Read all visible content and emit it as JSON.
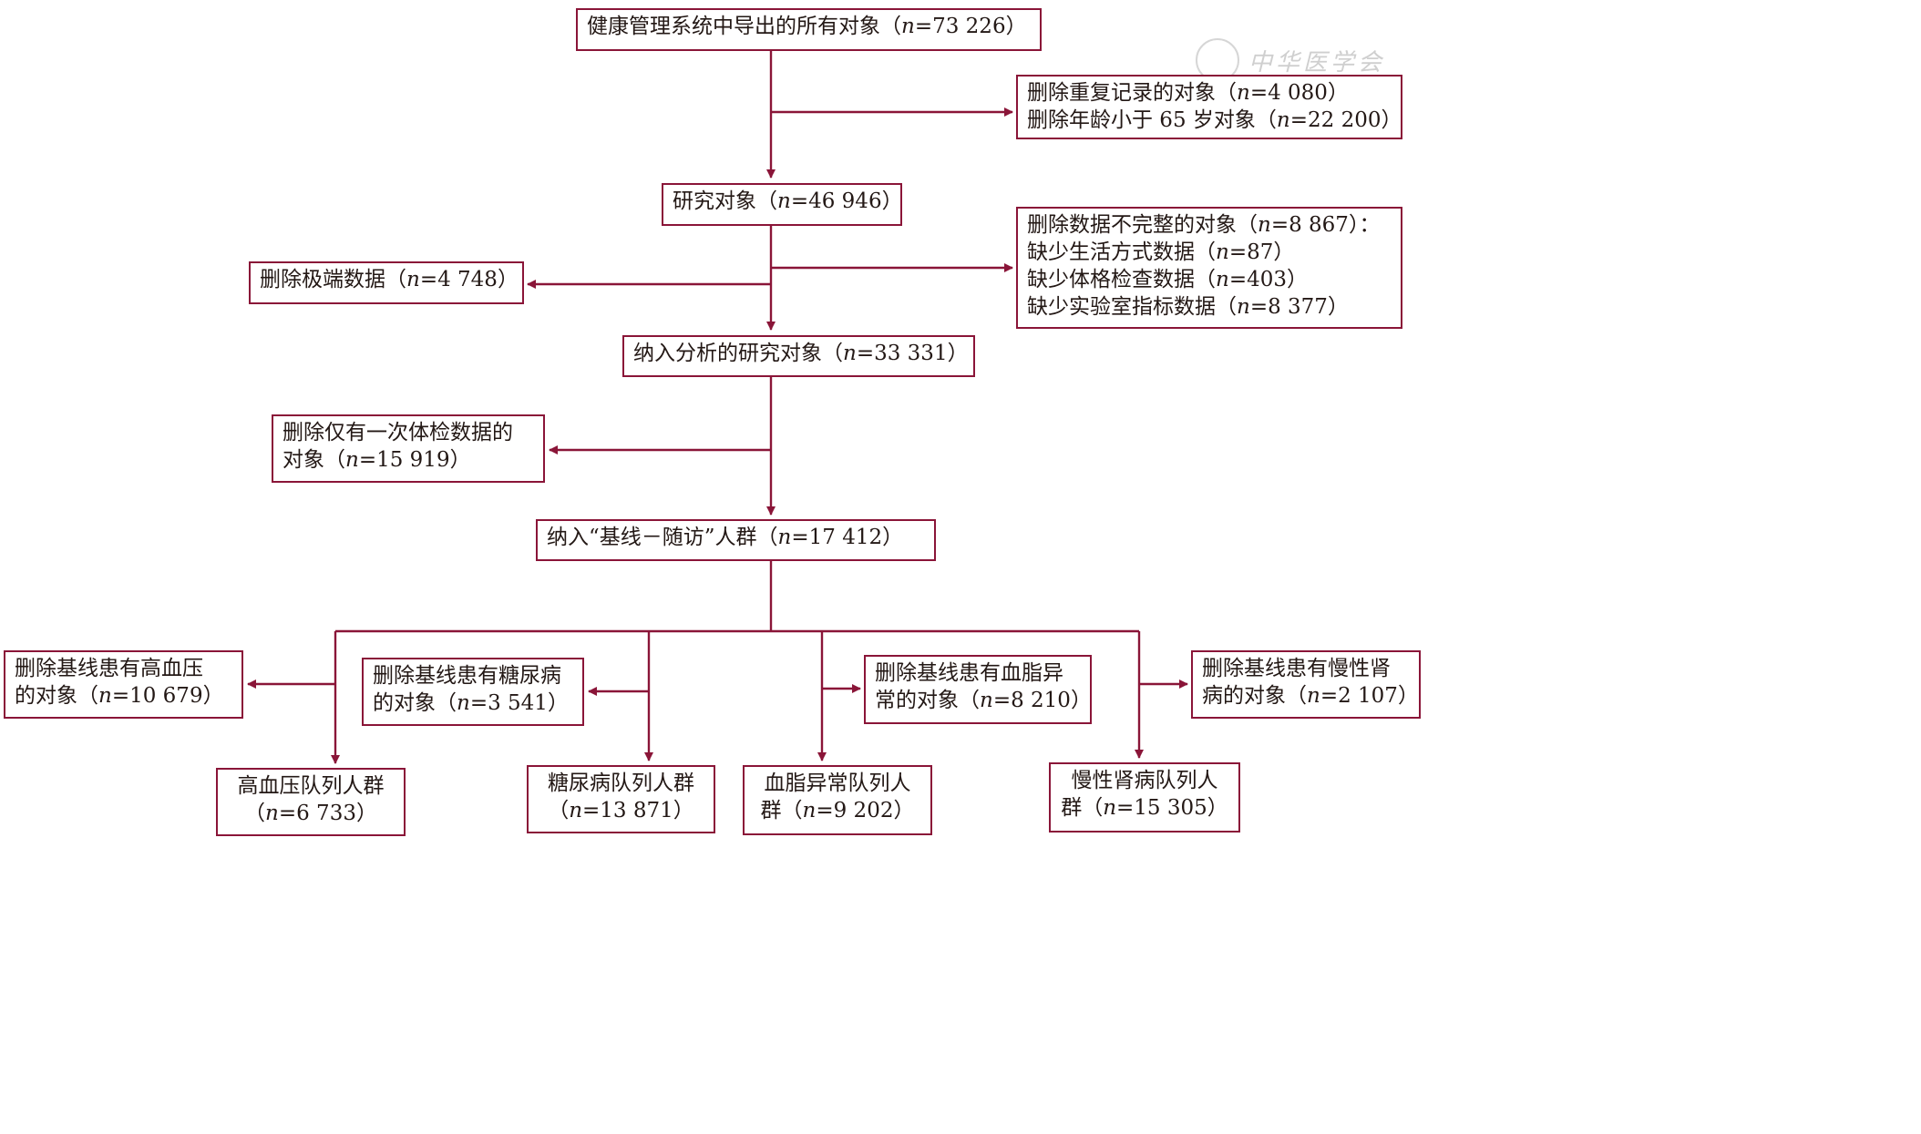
{
  "colors": {
    "line": "#8a1538",
    "text": "#231815"
  },
  "watermark": {
    "text": "中华医学会"
  },
  "boxes": {
    "all_objects": {
      "lines": [
        "健康管理系统中导出的所有对象（n=73 226）"
      ]
    },
    "excl_dup_age": {
      "lines": [
        "删除重复记录的对象（n=4 080）",
        "删除年龄小于 65 岁对象（n=22 200）"
      ]
    },
    "study_objects": {
      "lines": [
        "研究对象（n=46 946）"
      ]
    },
    "excl_incomplete": {
      "lines": [
        "删除数据不完整的对象（n=8 867）：",
        "缺少生活方式数据（n=87）",
        "缺少体格检查数据（n=403）",
        "缺少实验室指标数据（n=8 377）"
      ]
    },
    "excl_extreme": {
      "lines": [
        "删除极端数据（n=4 748）"
      ]
    },
    "analysis_objects": {
      "lines": [
        "纳入分析的研究对象（n=33 331）"
      ]
    },
    "excl_single_exam": {
      "lines": [
        "删除仅有一次体检数据的",
        "对象（n=15 919）"
      ]
    },
    "baseline_followup": {
      "lines": [
        "纳入“基线－随访”人群（n=17 412）"
      ]
    },
    "excl_htn": {
      "lines": [
        "删除基线患有高血压",
        "的对象（n=10 679）"
      ]
    },
    "excl_dm": {
      "lines": [
        "删除基线患有糖尿病",
        "的对象（n=3 541）"
      ]
    },
    "excl_dyslip": {
      "lines": [
        "删除基线患有血脂异",
        "常的对象（n=8 210）"
      ]
    },
    "excl_ckd": {
      "lines": [
        "删除基线患有慢性肾",
        "病的对象（n=2 107）"
      ]
    },
    "cohort_htn": {
      "lines": [
        "高血压队列人群",
        "（n=6 733）"
      ]
    },
    "cohort_dm": {
      "lines": [
        "糖尿病队列人群",
        "（n=13 871）"
      ]
    },
    "cohort_dyslip": {
      "lines": [
        "血脂异常队列人",
        "群（n=9 202）"
      ]
    },
    "cohort_ckd": {
      "lines": [
        "慢性肾病队列人",
        "群（n=15 305）"
      ]
    }
  }
}
